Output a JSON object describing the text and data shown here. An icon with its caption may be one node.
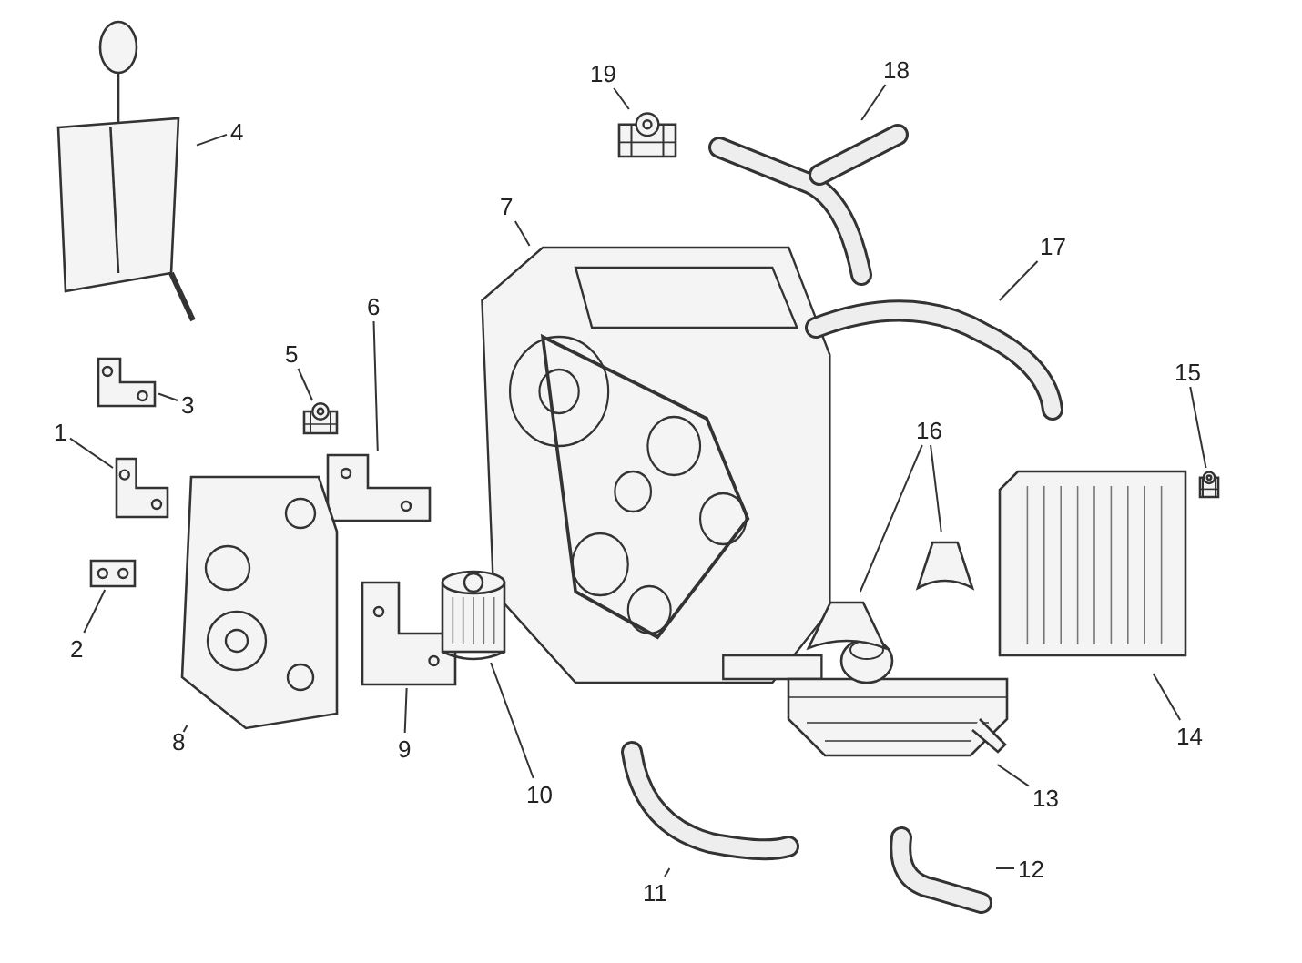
{
  "diagram": {
    "nodes": [
      {
        "text": [
          "1"
        ]
      },
      {
        "text": [
          "2"
        ]
      },
      {
        "text": [
          "3"
        ]
      },
      {
        "text": [
          "4"
        ]
      },
      {
        "text": [
          "5"
        ]
      },
      {
        "text": [
          "6"
        ]
      },
      {
        "text": [
          "7"
        ]
      },
      {
        "text": [
          "8"
        ]
      },
      {
        "text": [
          "9"
        ]
      },
      {
        "text": [
          "10"
        ]
      },
      {
        "text": [
          "11"
        ]
      },
      {
        "text": [
          "12"
        ]
      },
      {
        "text": [
          "13"
        ]
      },
      {
        "text": [
          "14"
        ]
      },
      {
        "text": [
          "15"
        ]
      },
      {
        "text": [
          "16"
        ]
      },
      {
        "text": [
          "17"
        ]
      },
      {
        "text": [
          "18"
        ]
      },
      {
        "text": [
          "19"
        ]
      },
      {
        "text": [],
        "shape": "picture"
      },
      {
        "text": [],
        "shape": "picture"
      },
      {
        "text": [],
        "shape": "picture"
      },
      {
        "text": [],
        "shape": "picture"
      },
      {
        "text": [],
        "shape": "picture"
      },
      {
        "text": [],
        "shape": "picture"
      },
      {
        "text": [],
        "shape": "picture"
      },
      {
        "text": [],
        "shape": "picture"
      },
      {
        "text": [],
        "shape": "picture"
      },
      {
        "text": [],
        "shape": "picture"
      },
      {
        "text": [],
        "shape": "picture"
      },
      {
        "text": [],
        "shape": "picture"
      },
      {
        "text": [],
        "shape": "picture"
      },
      {
        "text": [],
        "shape": "picture"
      },
      {
        "text": [],
        "shape": "picture"
      },
      {
        "text": [],
        "shape": "picture"
      },
      {
        "text": [],
        "shape": "picture"
      },
      {
        "text": [],
        "shape": "picture"
      },
      {
        "text": [],
        "shape": "picture"
      },
      {
        "text": [],
        "shape": "picture"
      }
    ],
    "edges": [
      {
        "from": 0,
        "to": 19,
        "arrow": "none"
      },
      {
        "from": 1,
        "to": 20,
        "arrow": "none"
      },
      {
        "from": 2,
        "to": 21,
        "arrow": "none"
      },
      {
        "from": 3,
        "to": 22,
        "arrow": "none"
      },
      {
        "from": 4,
        "to": 23,
        "arrow": "none"
      },
      {
        "from": 5,
        "to": 24,
        "arrow": "none"
      },
      {
        "from": 6,
        "to": 25,
        "arrow": "none"
      },
      {
        "from": 7,
        "to": 26,
        "arrow": "none"
      },
      {
        "from": 8,
        "to": 27,
        "arrow": "none"
      },
      {
        "from": 9,
        "to": 28,
        "arrow": "none"
      },
      {
        "from": 10,
        "to": 29,
        "arrow": "none"
      },
      {
        "from": 11,
        "to": 30,
        "arrow": "none"
      },
      {
        "from": 12,
        "to": 31,
        "arrow": "none"
      },
      {
        "from": 13,
        "to": 32,
        "arrow": "none"
      },
      {
        "from": 14,
        "to": 33,
        "arrow": "none"
      },
      {
        "from": 15,
        "to": 34,
        "arrow": "none"
      },
      {
        "from": 15,
        "to": 35,
        "arrow": "none"
      },
      {
        "from": 16,
        "to": 36,
        "arrow": "none"
      },
      {
        "from": 17,
        "to": 37,
        "arrow": "none"
      },
      {
        "from": 18,
        "to": 38,
        "arrow": "none"
      }
    ]
  }
}
